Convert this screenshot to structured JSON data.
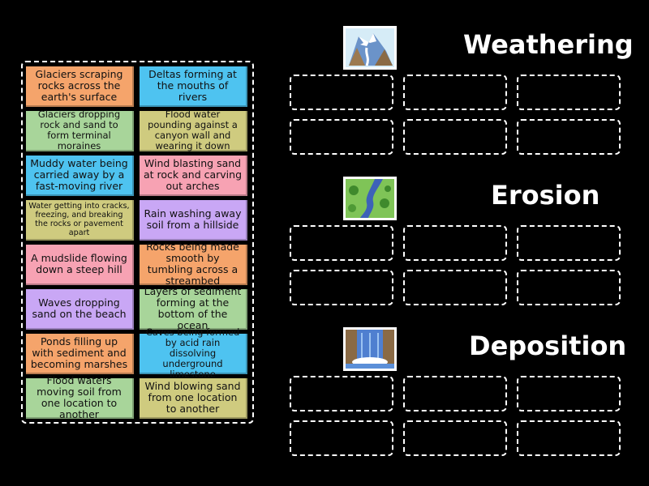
{
  "cards": [
    {
      "text": "Glaciers scraping rocks across the earth's surface",
      "color": "#f5a46b"
    },
    {
      "text": "Deltas forming at the mouths of rivers",
      "color": "#4ec3f0"
    },
    {
      "text": "Glaciers dropping rock and sand to form terminal moraines",
      "color": "#a8d59a"
    },
    {
      "text": "Flood water pounding against a canyon wall and wearing it down",
      "color": "#cfcb7f"
    },
    {
      "text": "Muddy water being carried away by a fast-moving river",
      "color": "#4ec3f0"
    },
    {
      "text": "Wind blasting sand at rock and carving out arches",
      "color": "#f7a2b3"
    },
    {
      "text": "Water getting into cracks, freezing, and breaking the rocks or pavement apart",
      "color": "#cfcb7f"
    },
    {
      "text": "Rain washing away soil from a hillside",
      "color": "#c9a7f5"
    },
    {
      "text": "A mudslide flowing down a steep hill",
      "color": "#f7a2b3"
    },
    {
      "text": "Rocks being made smooth by tumbling across a streambed",
      "color": "#f5a46b"
    },
    {
      "text": "Waves dropping sand on the beach",
      "color": "#c9a7f5"
    },
    {
      "text": "Layers of sediment forming at the bottom of the ocean",
      "color": "#a8d59a"
    },
    {
      "text": "Ponds filling up with sediment and becoming marshes",
      "color": "#f5a46b"
    },
    {
      "text": "Caves being formed by acid rain dissolving underground limestone",
      "color": "#4ec3f0"
    },
    {
      "text": "Flood waters moving soil from one location to another",
      "color": "#a8d59a"
    },
    {
      "text": "Wind blowing sand from one location to another",
      "color": "#cfcb7f"
    }
  ],
  "groups": [
    {
      "title": "Weathering",
      "image": "mountain-glacier-icon"
    },
    {
      "title": "Erosion",
      "image": "river-landscape-icon"
    },
    {
      "title": "Deposition",
      "image": "waterfall-icon"
    }
  ]
}
